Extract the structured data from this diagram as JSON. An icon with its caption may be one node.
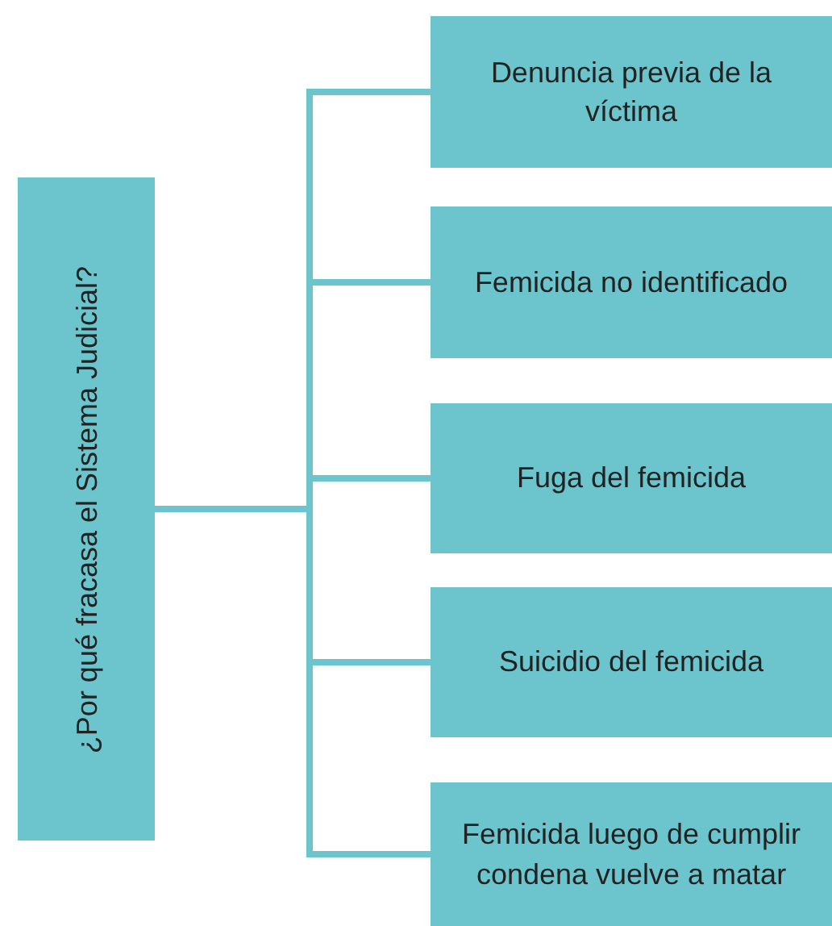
{
  "diagram": {
    "nodes": [
      {
        "text": [
          "¿Por qué fracasa el Sistema Judicial?"
        ]
      },
      {
        "text": [
          "Denuncia previa de la víctima"
        ]
      },
      {
        "text": [
          "Femicida no identificado"
        ]
      },
      {
        "text": [
          "Fuga del femicida"
        ]
      },
      {
        "text": [
          "Suicidio del femicida"
        ]
      },
      {
        "text": [
          "Femicida luego de cumplir condena vuelve a matar"
        ]
      }
    ],
    "edges": [
      {
        "from": 0,
        "to": 1,
        "arrow": "none"
      },
      {
        "from": 0,
        "to": 2,
        "arrow": "none"
      },
      {
        "from": 0,
        "to": 3,
        "arrow": "none"
      },
      {
        "from": 0,
        "to": 4,
        "arrow": "none"
      },
      {
        "from": 0,
        "to": 5,
        "arrow": "none"
      }
    ]
  }
}
